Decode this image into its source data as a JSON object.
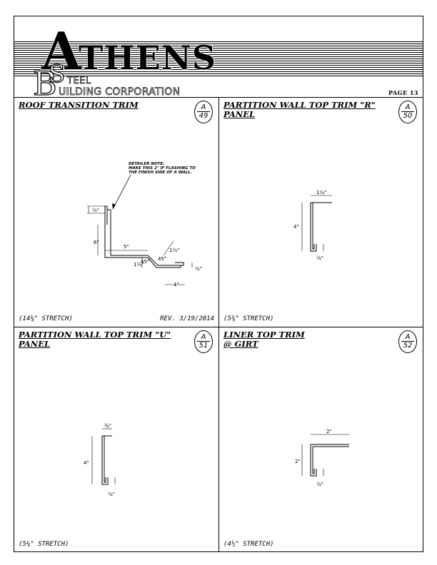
{
  "company": {
    "big_letter": "A",
    "name_rest": "THENS",
    "line2_initial": "B",
    "small_s": "S",
    "steel": "TEEL",
    "building": "UILDING CORPORATION"
  },
  "page_label": "PAGE 13",
  "panels": [
    {
      "title_line1": "ROOF TRANSITION TRIM",
      "title_line2": "",
      "badge_letter": "A",
      "badge_number": "49",
      "stretch": "(14⅜\" STRETCH)",
      "revision": "REV. 3/19/2014",
      "note_title": "DETAILER NOTE:",
      "note_line1": "MAKE THIS 2\" IF FLASHING TO",
      "note_line2": "THE FINISH SIDE OF A WALL.",
      "dims": {
        "hem": "½\"",
        "rise": "6\"",
        "run": "5\"",
        "step": "1½\"",
        "offset": "1½\"",
        "angle1": "45°",
        "angle2": "45°",
        "tail_hem": "½\"",
        "tail": "1\""
      }
    },
    {
      "title_line1": "PARTITION WALL TOP TRIM \"R\"",
      "title_line2": "PANEL",
      "badge_letter": "A",
      "badge_number": "50",
      "stretch": "(5⅜\" STRETCH)",
      "dims": {
        "top": "1¼\"",
        "height": "4\"",
        "hem": "½\""
      }
    },
    {
      "title_line1": "PARTITION WALL TOP TRIM \"U\"",
      "title_line2": "PANEL",
      "badge_letter": "A",
      "badge_number": "51",
      "stretch": "(5¼\" STRETCH)",
      "dims": {
        "top": "¾\"",
        "height": "4\"",
        "hem": "½\""
      }
    },
    {
      "title_line1": "LINER TOP TRIM",
      "title_line2": "@ GIRT",
      "badge_letter": "A",
      "badge_number": "52",
      "stretch": "(4½\" STRETCH)",
      "dims": {
        "top": "2\"",
        "height": "2\"",
        "hem": "½\""
      }
    }
  ]
}
